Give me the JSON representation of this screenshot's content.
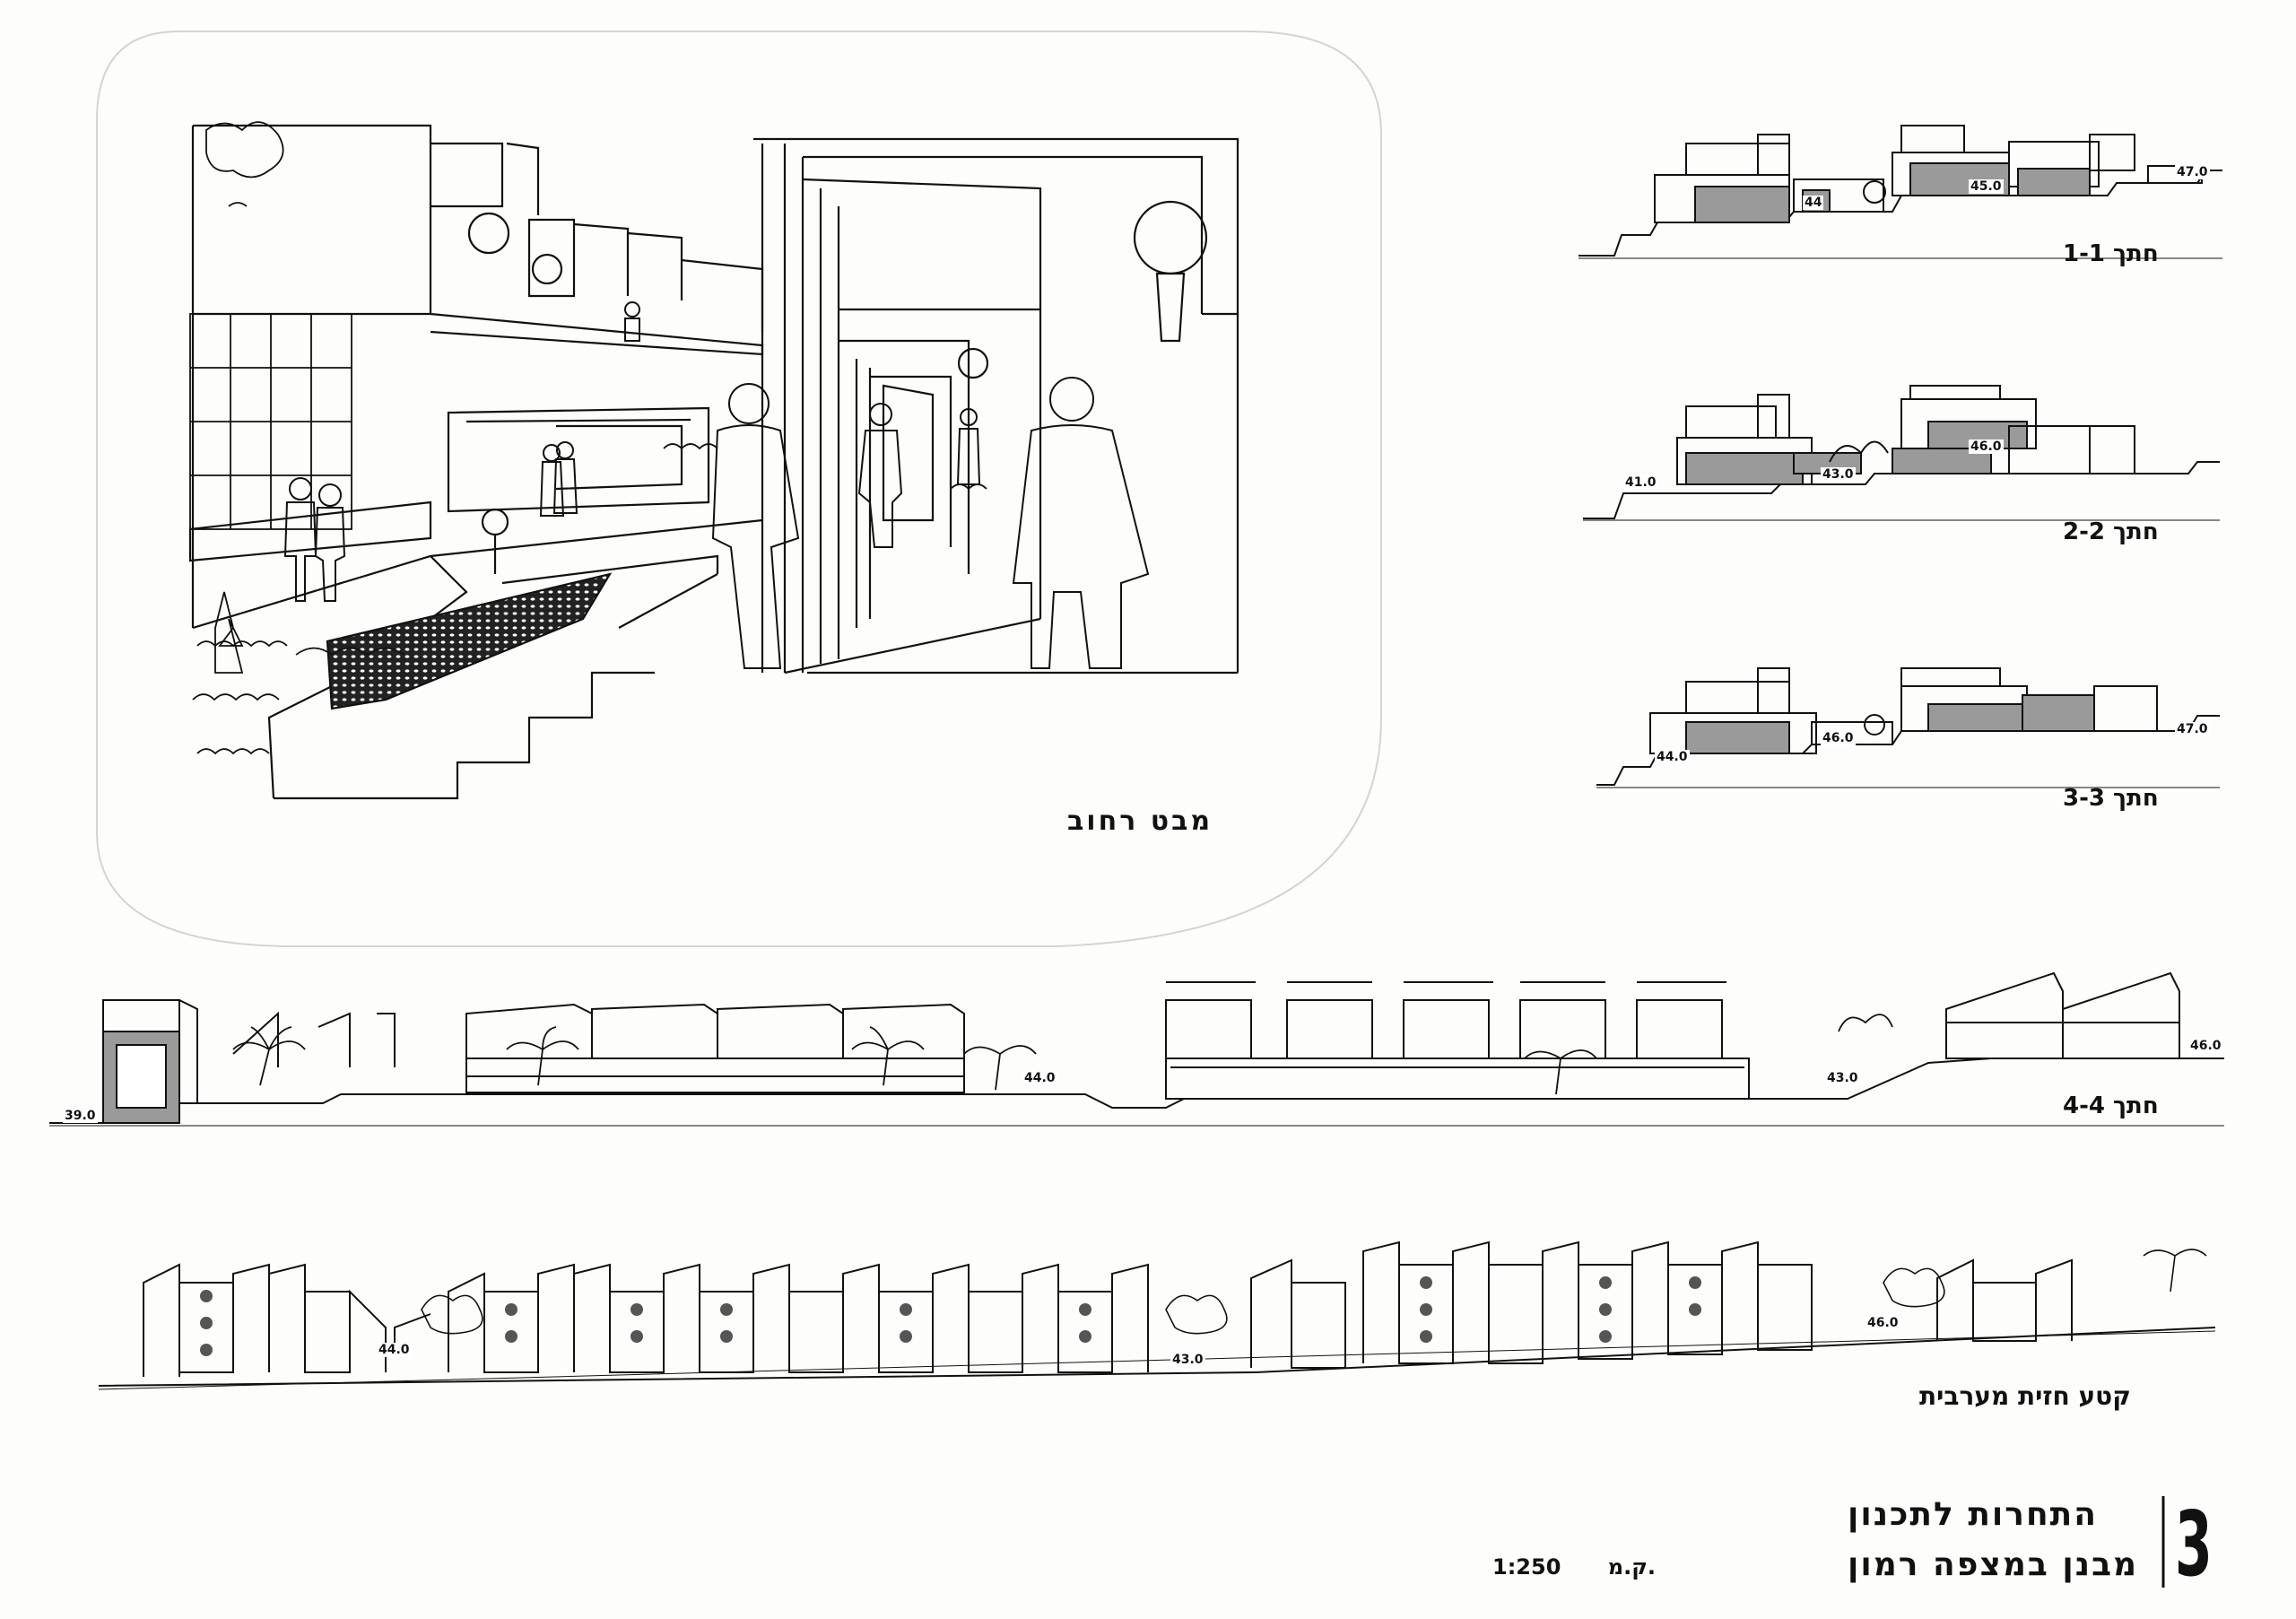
{
  "sheet": {
    "number": "3",
    "competition_title": "התחרות לתכנון",
    "project_title": "מבנן במצפה רמון",
    "scale_label": "ק.מ.",
    "scale_value": "1:250"
  },
  "views": {
    "street_view_label": "מבט רחוב",
    "facade_label": "קטע חזית מערבית"
  },
  "sections": [
    {
      "label": "חתך 1-1",
      "levels": [
        "44",
        "45.0",
        "47.0"
      ]
    },
    {
      "label": "חתך 2-2",
      "levels": [
        "41.0",
        "43.0",
        "46.0"
      ]
    },
    {
      "label": "חתך 3-3",
      "levels": [
        "44.0",
        "46.0",
        "47.0"
      ]
    },
    {
      "label": "חתך 4-4",
      "levels": [
        "39.0",
        "44.0",
        "43.0",
        "46.0"
      ]
    }
  ],
  "facade_levels": [
    "44.0",
    "43.0",
    "46.0"
  ],
  "colors": {
    "ink": "#111111",
    "paper": "#fdfdfb",
    "hatch": "#9a9a9a"
  }
}
